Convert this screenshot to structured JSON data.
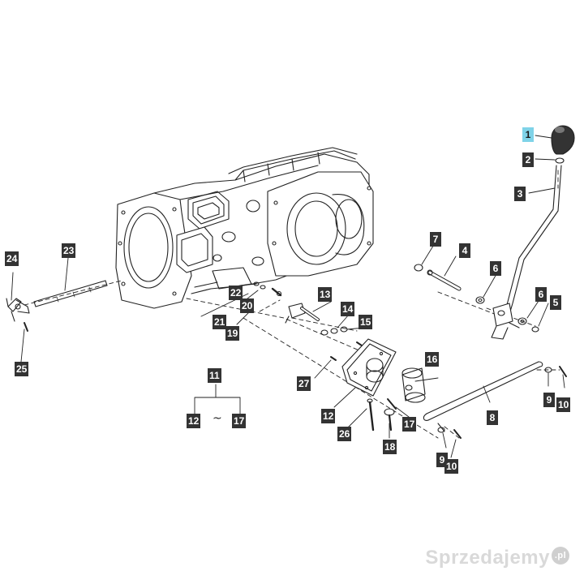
{
  "callouts": [
    {
      "id": "c1",
      "label": "1",
      "highlight": true
    },
    {
      "id": "c2",
      "label": "2"
    },
    {
      "id": "c3",
      "label": "3"
    },
    {
      "id": "c4",
      "label": "4"
    },
    {
      "id": "c5",
      "label": "5"
    },
    {
      "id": "c6a",
      "label": "6"
    },
    {
      "id": "c6b",
      "label": "6"
    },
    {
      "id": "c7",
      "label": "7"
    },
    {
      "id": "c8",
      "label": "8"
    },
    {
      "id": "c9a",
      "label": "9"
    },
    {
      "id": "c9b",
      "label": "9"
    },
    {
      "id": "c10a",
      "label": "10"
    },
    {
      "id": "c10b",
      "label": "10"
    },
    {
      "id": "c11",
      "label": "11"
    },
    {
      "id": "c12a",
      "label": "12"
    },
    {
      "id": "c12b",
      "label": "12"
    },
    {
      "id": "c13",
      "label": "13"
    },
    {
      "id": "c14",
      "label": "14"
    },
    {
      "id": "c15",
      "label": "15"
    },
    {
      "id": "c16",
      "label": "16"
    },
    {
      "id": "c17a",
      "label": "17"
    },
    {
      "id": "c17b",
      "label": "17"
    },
    {
      "id": "c18",
      "label": "18"
    },
    {
      "id": "c19",
      "label": "19"
    },
    {
      "id": "c20",
      "label": "20"
    },
    {
      "id": "c21",
      "label": "21"
    },
    {
      "id": "c22",
      "label": "22"
    },
    {
      "id": "c23",
      "label": "23"
    },
    {
      "id": "c24",
      "label": "24"
    },
    {
      "id": "c25",
      "label": "25"
    },
    {
      "id": "c26",
      "label": "26"
    },
    {
      "id": "c27",
      "label": "27"
    }
  ],
  "legend": {
    "tilde": "~"
  },
  "watermark": {
    "text": "Sprzedajemy",
    "suffix": ".pl"
  },
  "colors": {
    "callout_bg": "#333333",
    "callout_highlight": "#7fd3e8",
    "line": "#222222"
  }
}
